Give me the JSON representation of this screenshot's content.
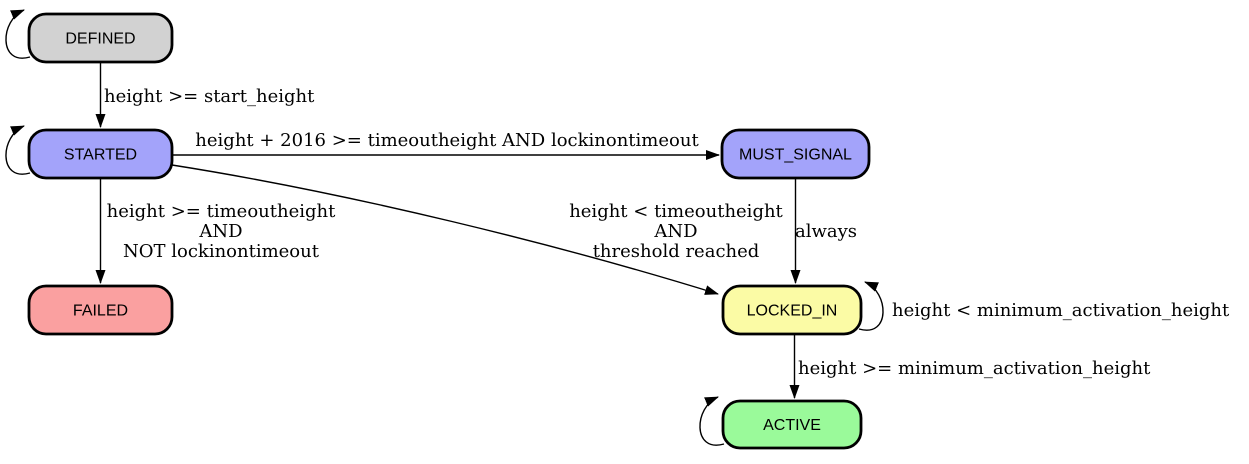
{
  "diagram": {
    "type": "state-machine",
    "colors": {
      "background": "#ffffff",
      "stroke": "#000000",
      "text": "#000000",
      "state_defined_fill": "#d2d2d2",
      "state_started_fill": "#a3a3fa",
      "state_must_signal_fill": "#a3a3fa",
      "state_failed_fill": "#faa0a0",
      "state_locked_in_fill": "#fbfba5",
      "state_active_fill": "#9afa9a"
    },
    "states": [
      {
        "id": "defined",
        "label": "DEFINED",
        "fill": "#d2d2d2",
        "self_loop": true
      },
      {
        "id": "started",
        "label": "STARTED",
        "fill": "#a3a3fa",
        "self_loop": true
      },
      {
        "id": "must_signal",
        "label": "MUST_SIGNAL",
        "fill": "#a3a3fa",
        "self_loop": false
      },
      {
        "id": "failed",
        "label": "FAILED",
        "fill": "#faa0a0",
        "self_loop": true
      },
      {
        "id": "locked_in",
        "label": "LOCKED_IN",
        "fill": "#fbfba5",
        "self_loop": true
      },
      {
        "id": "active",
        "label": "ACTIVE",
        "fill": "#9afa9a",
        "self_loop": true
      }
    ],
    "transitions": [
      {
        "from": "DEFINED",
        "to": "STARTED",
        "label": "height >= start_height"
      },
      {
        "from": "STARTED",
        "to": "MUST_SIGNAL",
        "label": "height + 2016 >= timeoutheight AND lockinontimeout"
      },
      {
        "from": "STARTED",
        "to": "FAILED",
        "label_lines": [
          "height >= timeoutheight",
          "AND",
          "NOT lockinontimeout"
        ]
      },
      {
        "from": "STARTED",
        "to": "LOCKED_IN",
        "label_lines": [
          "height < timeoutheight",
          "AND",
          "threshold reached"
        ]
      },
      {
        "from": "MUST_SIGNAL",
        "to": "LOCKED_IN",
        "label": "always"
      },
      {
        "from": "LOCKED_IN",
        "to": "LOCKED_IN",
        "label": "height < minimum_activation_height"
      },
      {
        "from": "LOCKED_IN",
        "to": "ACTIVE",
        "label": "height >= minimum_activation_height"
      }
    ]
  }
}
